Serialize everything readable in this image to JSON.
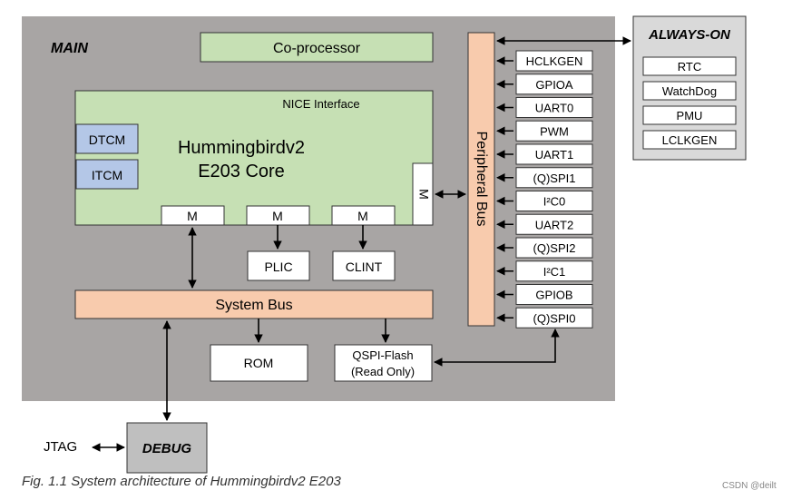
{
  "diagram": {
    "main_label": "MAIN",
    "coprocessor": "Co-processor",
    "nice_interface": "NICE Interface",
    "core_title_line1": "Hummingbirdv2",
    "core_title_line2": "E203 Core",
    "dtcm": "DTCM",
    "itcm": "ITCM",
    "master_ports": [
      "M",
      "M",
      "M"
    ],
    "master_right": "M",
    "plic": "PLIC",
    "clint": "CLINT",
    "system_bus": "System Bus",
    "rom": "ROM",
    "qspi_flash_line1": "QSPI-Flash",
    "qspi_flash_line2": "(Read Only)",
    "peripheral_bus": "Peripheral Bus",
    "peripherals": [
      "HCLKGEN",
      "GPIOA",
      "UART0",
      "PWM",
      "UART1",
      "(Q)SPI1",
      "I²C0",
      "UART2",
      "(Q)SPI2",
      "I²C1",
      "GPIOB",
      "(Q)SPI0"
    ],
    "always_on_label": "ALWAYS-ON",
    "always_on_items": [
      "RTC",
      "WatchDog",
      "PMU",
      "LCLKGEN"
    ],
    "debug": "DEBUG",
    "jtag": "JTAG"
  },
  "caption": "Fig. 1.1 System architecture of Hummingbirdv2 E203",
  "watermark": "CSDN @deilt",
  "colors": {
    "main_bg": "#a8a5a4",
    "green": "#c6e0b4",
    "blue": "#b4c7e7",
    "orange": "#f8cbad",
    "white": "#ffffff",
    "debug_gray": "#bfbfbf",
    "always_on_bg": "#d9d9d9"
  }
}
